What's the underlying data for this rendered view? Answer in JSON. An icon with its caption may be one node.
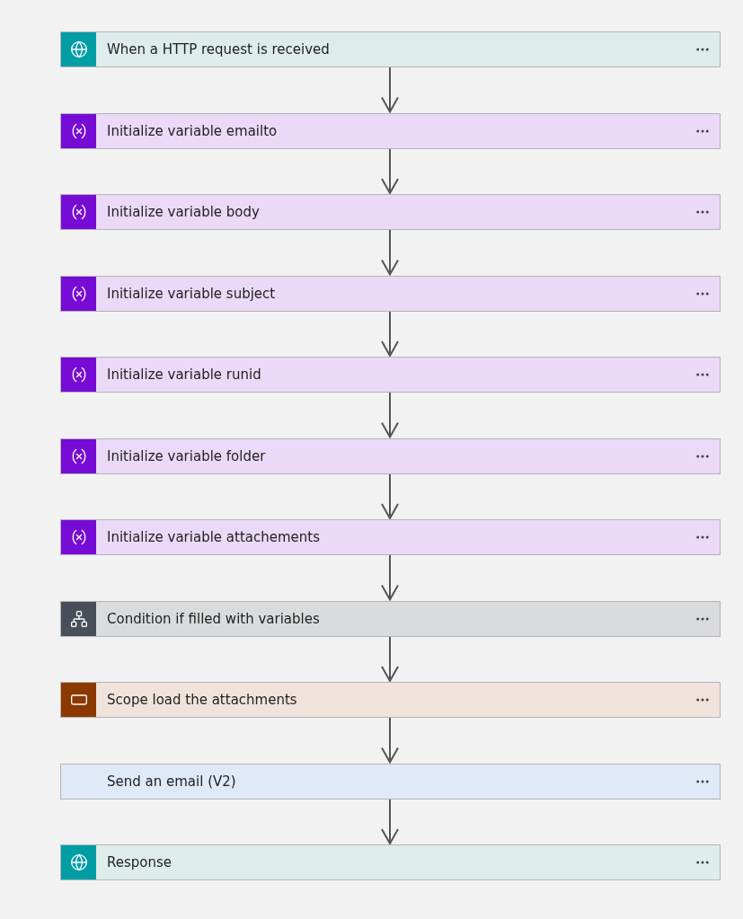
{
  "diagram": {
    "nodes": [
      {
        "text": [
          "When a HTTP request is received"
        ]
      },
      {
        "text": [
          "Initialize variable emailto"
        ]
      },
      {
        "text": [
          "Initialize variable body"
        ]
      },
      {
        "text": [
          "Initialize variable subject"
        ]
      },
      {
        "text": [
          "Initialize variable runid"
        ]
      },
      {
        "text": [
          "Initialize variable folder"
        ]
      },
      {
        "text": [
          "Initialize variable attachements"
        ]
      },
      {
        "text": [
          "Condition if filled with variables"
        ]
      },
      {
        "text": [
          "Scope load the attachments"
        ]
      },
      {
        "text": [
          "Send an email (V2)"
        ]
      },
      {
        "text": [
          "Response"
        ]
      }
    ],
    "edges": [
      {
        "from": 0,
        "to": 1,
        "arrow": "to"
      },
      {
        "from": 1,
        "to": 2,
        "arrow": "to"
      },
      {
        "from": 2,
        "to": 3,
        "arrow": "to"
      },
      {
        "from": 3,
        "to": 4,
        "arrow": "to"
      },
      {
        "from": 4,
        "to": 5,
        "arrow": "to"
      },
      {
        "from": 5,
        "to": 6,
        "arrow": "to"
      },
      {
        "from": 6,
        "to": 7,
        "arrow": "to"
      },
      {
        "from": 7,
        "to": 8,
        "arrow": "to"
      },
      {
        "from": 8,
        "to": 9,
        "arrow": "to"
      },
      {
        "from": 9,
        "to": 10,
        "arrow": "to"
      }
    ]
  }
}
